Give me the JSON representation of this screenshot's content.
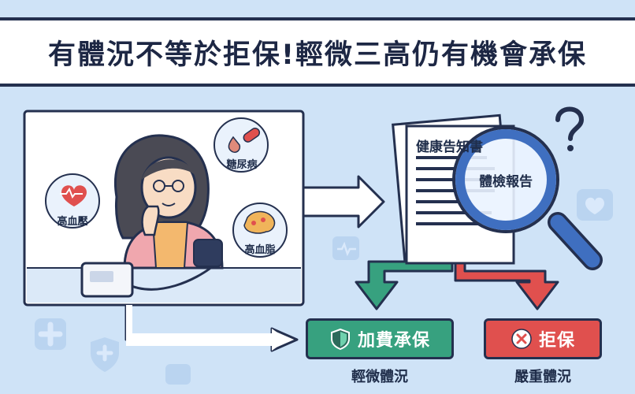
{
  "title": "有體況不等於拒保!輕微三高仍有機會承保",
  "conditions": {
    "diabetes": "糖尿病",
    "hypertension": "高血壓",
    "hyperlipidemia": "高血脂"
  },
  "document": {
    "heading": "健康告知書",
    "magnified_label": "體檢報告"
  },
  "outcomes": {
    "accept": {
      "label": "加費承保",
      "caption": "輕微體況",
      "color": "#37a17f"
    },
    "reject": {
      "label": "拒保",
      "caption": "嚴重體況",
      "color": "#e0504e"
    }
  },
  "icons": [
    "heart-pulse-icon",
    "pill-drop-icon",
    "fat-cell-icon",
    "magnifier-icon",
    "question-mark-icon",
    "shield-icon",
    "close-circle-icon",
    "medical-cross-icon",
    "blood-pressure-cuff-icon"
  ]
}
